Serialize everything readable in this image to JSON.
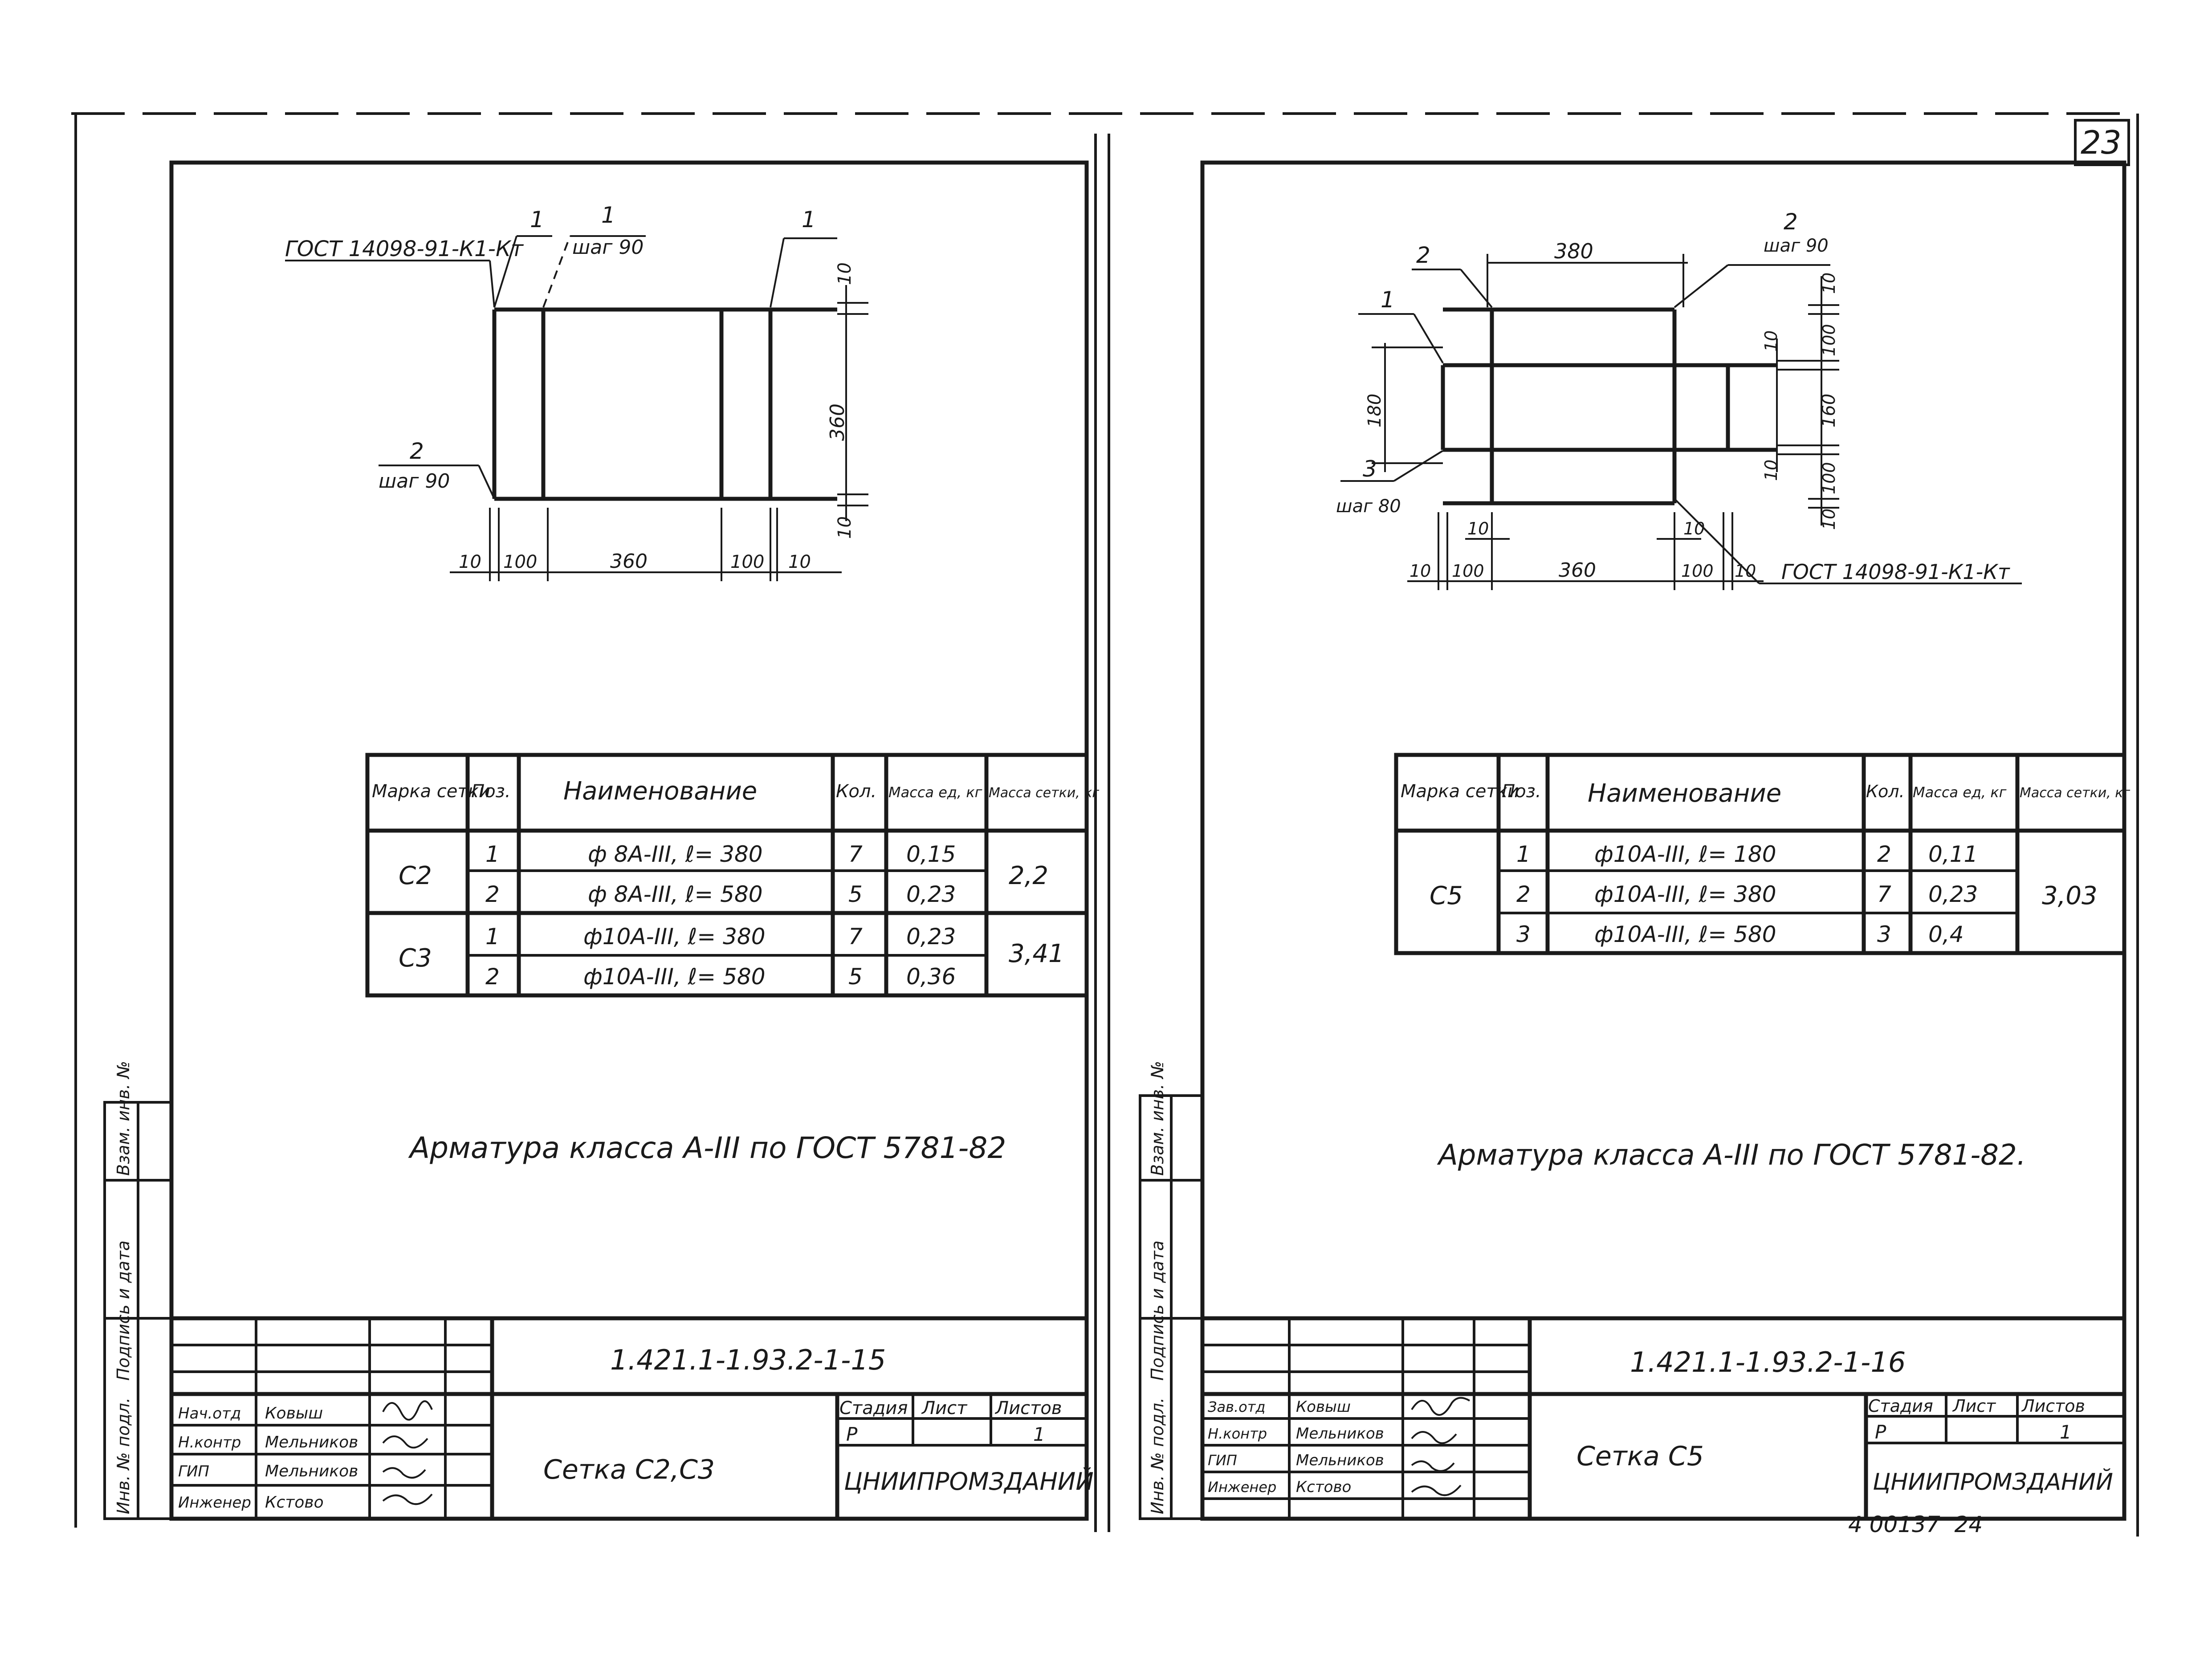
{
  "page_number": "23",
  "bottom_stamp": "4 00137  24",
  "left_sheet": {
    "drawing": {
      "gost_label": "ГОСТ 14098-91-К1-Кт",
      "pos1_label": "1",
      "pos1_step_label": "1",
      "pos1_step": "шаг 90",
      "pos1_right_label": "1",
      "pos2_label": "2",
      "pos2_step": "шаг 90",
      "dim_top_10": "10",
      "dim_360_v": "360",
      "dim_bottom_10": "10",
      "dim_left_10": "10",
      "dim_100_left": "100",
      "dim_360_h": "360",
      "dim_100_right": "100",
      "dim_right_10": "10"
    },
    "table": {
      "headers": [
        "Марка сетки",
        "Поз.",
        "Наименование",
        "Кол.",
        "Масса ед, кг",
        "Масса сетки, кг"
      ],
      "groups": [
        {
          "mark": "С2",
          "mass": "2,2",
          "rows": [
            {
              "pos": "1",
              "name": "ф 8А-III, ℓ= 380",
              "qty": "7",
              "unit": "0,15"
            },
            {
              "pos": "2",
              "name": "ф 8А-III, ℓ= 580",
              "qty": "5",
              "unit": "0,23"
            }
          ]
        },
        {
          "mark": "С3",
          "mass": "3,41",
          "rows": [
            {
              "pos": "1",
              "name": "ф10А-III, ℓ= 380",
              "qty": "7",
              "unit": "0,23"
            },
            {
              "pos": "2",
              "name": "ф10А-III, ℓ= 580",
              "qty": "5",
              "unit": "0,36"
            }
          ]
        }
      ]
    },
    "note": "Арматура класса А-III по ГОСТ 5781-82",
    "side_labels": [
      "Инв. № подл.",
      "Подпись и дата",
      "Взам. инв. №"
    ],
    "title_block": {
      "code": "1.421.1-1.93.2-1-15",
      "name": "Сетка  С2,С3",
      "stage_h": "Стадия",
      "sheet_h": "Лист",
      "sheets_h": "Листов",
      "stage": "Р",
      "sheets": "1",
      "org": "ЦНИИПРОМЗДАНИЙ",
      "roles": [
        "Нач.отд",
        "Н.контр",
        "ГИП",
        "Инженер"
      ],
      "people": [
        "Ковыш",
        "Мельников",
        "Мельников",
        "Кстово"
      ]
    }
  },
  "right_sheet": {
    "drawing": {
      "pos2_top_left": "2",
      "pos1_left": "1",
      "dim_380": "380",
      "pos2_right": "2",
      "pos2_step": "шаг 90",
      "dim_10_a": "10",
      "dim_100_a": "100",
      "dim_10_b": "10",
      "dim_160": "160",
      "dim_10_c": "10",
      "dim_100_b": "100",
      "dim_10_d": "10",
      "dim_180": "180",
      "pos3": "3",
      "pos3_step": "шаг 80",
      "dim_10_e": "10",
      "dim_10_f": "10",
      "bot_10_l": "10",
      "bot_100_l": "100",
      "bot_360": "360",
      "bot_100_r": "100",
      "bot_10_r": "10",
      "gost_label": "ГОСТ 14098-91-К1-Кт"
    },
    "table": {
      "headers": [
        "Марка сетки",
        "Поз.",
        "Наименование",
        "Кол.",
        "Масса ед, кг",
        "Масса сетки, кг"
      ],
      "mark": "С5",
      "mass": "3,03",
      "rows": [
        {
          "pos": "1",
          "name": "ф10А-III, ℓ= 180",
          "qty": "2",
          "unit": "0,11"
        },
        {
          "pos": "2",
          "name": "ф10А-III, ℓ= 380",
          "qty": "7",
          "unit": "0,23"
        },
        {
          "pos": "3",
          "name": "ф10А-III, ℓ= 580",
          "qty": "3",
          "unit": "0,4"
        }
      ]
    },
    "note": "Арматура класса А-III по ГОСТ 5781-82.",
    "side_labels": [
      "Инв. № подл.",
      "Подпись и дата",
      "Взам. инв. №"
    ],
    "title_block": {
      "code": "1.421.1-1.93.2-1-16",
      "name": "Сетка  С5",
      "stage_h": "Стадия",
      "sheet_h": "Лист",
      "sheets_h": "Листов",
      "stage": "Р",
      "sheets": "1",
      "org": "ЦНИИПРОМЗДАНИЙ",
      "roles": [
        "Зав.отд",
        "Н.контр",
        "ГИП",
        "Инженер"
      ],
      "people": [
        "Ковыш",
        "Мельников",
        "Мельников",
        "Кстово"
      ]
    }
  }
}
